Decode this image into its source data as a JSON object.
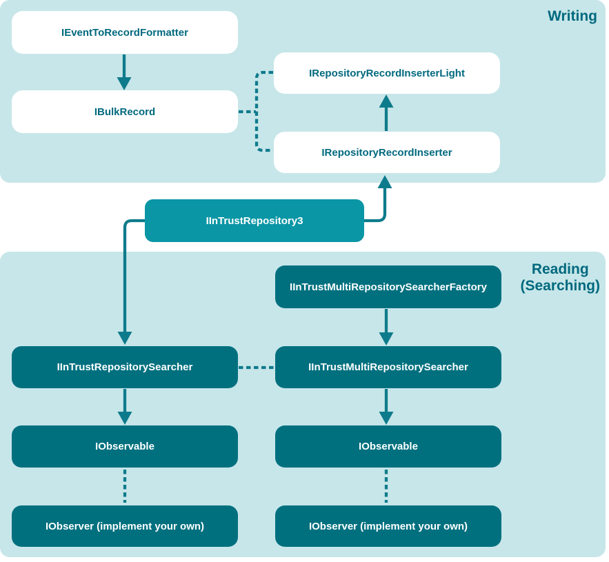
{
  "colors": {
    "panel_bg": "#c7e6e9",
    "box_dark": "#00707f",
    "box_accent": "#0a96a5",
    "box_white": "#ffffff",
    "text_on_white": "#00697e",
    "text_on_dark": "#ffffff",
    "connector": "#0e7b8c",
    "heading": "#00697e",
    "page_bg": "#ffffff"
  },
  "sections": {
    "writing": {
      "title": "Writing"
    },
    "reading": {
      "title_line1": "Reading",
      "title_line2": "(Searching)"
    }
  },
  "nodes": {
    "event_to_record_formatter": {
      "label": "IEventToRecordFormatter"
    },
    "bulk_record": {
      "label": "IBulkRecord"
    },
    "repository_record_inserter_light": {
      "label": "IRepositoryRecordInserterLight"
    },
    "repository_record_inserter": {
      "label": "IRepositoryRecordInserter"
    },
    "intrust_repository3": {
      "label": "IInTrustRepository3"
    },
    "intrust_multi_repository_searcher_factory": {
      "label": "IInTrustMultiRepositorySearcherFactory"
    },
    "intrust_repository_searcher": {
      "label": "IInTrustRepositorySearcher"
    },
    "intrust_multi_repository_searcher": {
      "label": "IInTrustMultiRepositorySearcher"
    },
    "observable_left": {
      "label": "IObservable"
    },
    "observable_right": {
      "label": "IObservable"
    },
    "observer_left": {
      "label": "IObserver (implement your own)"
    },
    "observer_right": {
      "label": "IObserver (implement your own)"
    }
  }
}
